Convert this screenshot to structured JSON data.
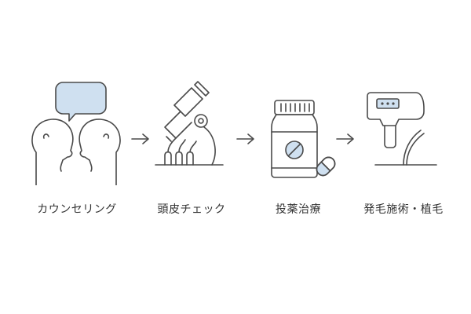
{
  "steps": [
    {
      "label": "カウンセリング",
      "icon": "counseling-icon"
    },
    {
      "label": "頭皮チェック",
      "icon": "microscope-scalp-icon"
    },
    {
      "label": "投薬治療",
      "icon": "medicine-bottle-icon"
    },
    {
      "label": "発毛施術・植毛",
      "icon": "hair-treatment-device-icon"
    }
  ],
  "colors": {
    "accent": "#cfe0f0",
    "line": "#4a4a4a",
    "text": "#333333"
  }
}
